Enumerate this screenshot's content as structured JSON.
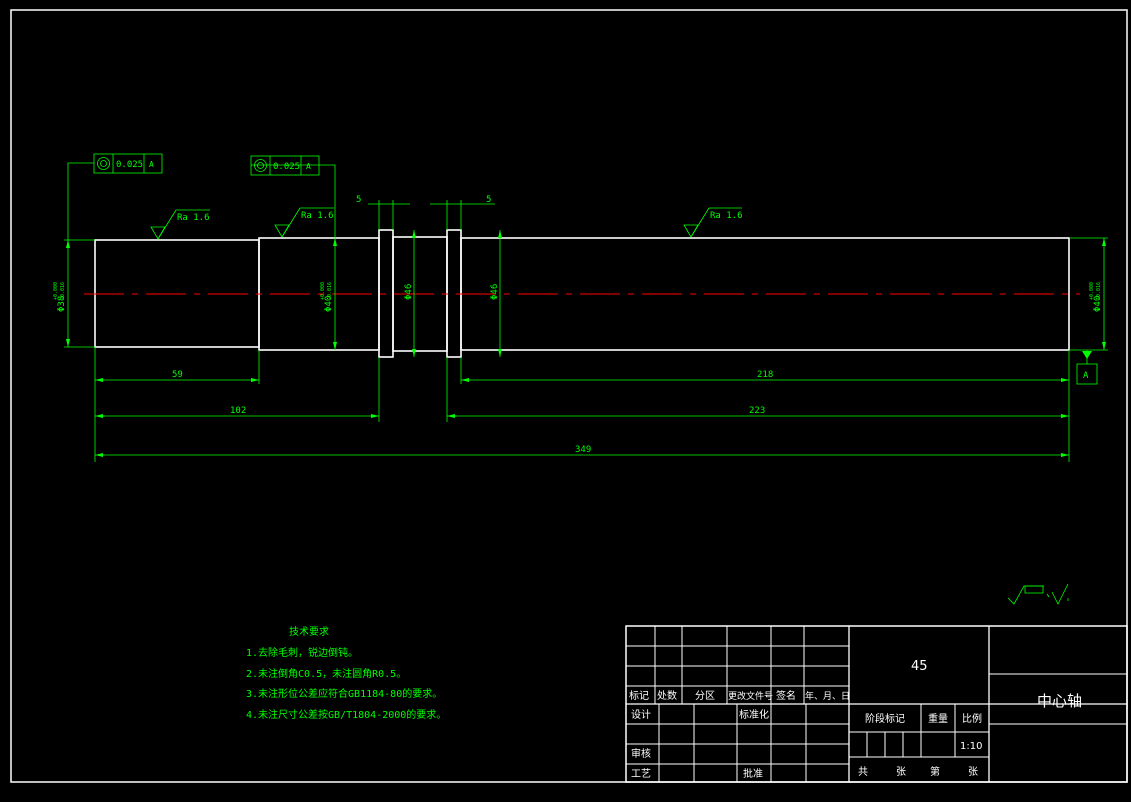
{
  "drawing": {
    "title": "中心轴",
    "material": "45",
    "scale": "1:10",
    "colors": {
      "background": "#000000",
      "outline": "#ffffff",
      "dimension": "#00ff00",
      "centerline": "#ff0000"
    }
  },
  "tolerances": {
    "frame1": {
      "value": "0.025",
      "datum": "A"
    },
    "frame2": {
      "value": "0.025",
      "datum": "A"
    },
    "datum_label": "A"
  },
  "roughness": {
    "r1": "Ra 1.6",
    "r2": "Ra 1.6",
    "r3": "Ra 1.6"
  },
  "dimensions": {
    "d_left": "Φ38",
    "d_left_tol_upper": "+0.000",
    "d_left_tol_lower": "-0.016",
    "d_mid": "Φ40",
    "d_mid_tol_upper": "+0.000",
    "d_mid_tol_lower": "-0.016",
    "d_collar1": "Φ46",
    "d_collar2": "Φ46",
    "d_right": "Φ40",
    "d_right_tol_upper": "+0.000",
    "d_right_tol_lower": "-0.016",
    "w_collar1": "5",
    "w_collar2": "5",
    "len_59": "59",
    "len_218": "218",
    "len_102": "102",
    "len_223": "223",
    "len_349": "349"
  },
  "tech_requirements": {
    "heading": "技术要求",
    "items": [
      "1.去除毛刺，锐边倒钝。",
      "2.未注倒角C0.5，未注圆角R0.5。",
      "3.未注形位公差应符合GB1184-80的要求。",
      "4.未注尺寸公差按GB/T1804-2000的要求。"
    ]
  },
  "title_block": {
    "col_labels": [
      "标记",
      "处数",
      "分区",
      "更改文件号",
      "签名",
      "年、月、日"
    ],
    "design": "设计",
    "standardize": "标准化",
    "review": "审核",
    "process": "工艺",
    "approve": "批准",
    "stage_mark": "阶段标记",
    "weight": "重量",
    "ratio": "比例",
    "total": "共",
    "sheets": "张",
    "page": "第",
    "sheets2": "张"
  }
}
